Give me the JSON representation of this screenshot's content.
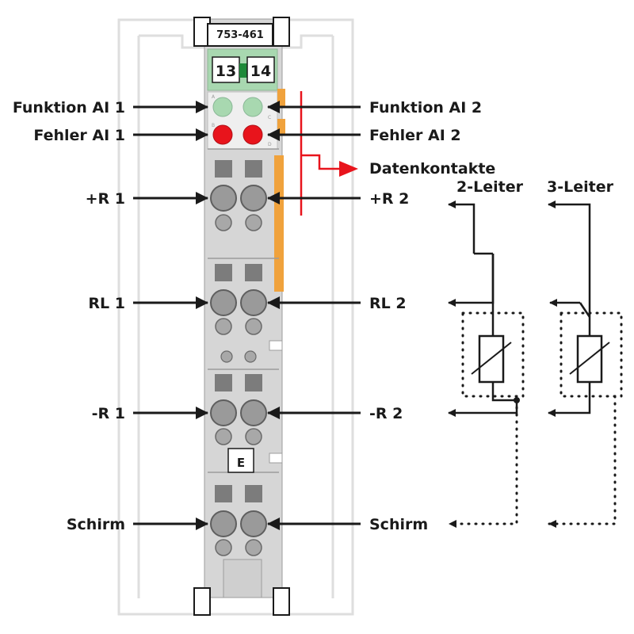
{
  "module": {
    "part_number": "753-461",
    "channel_numbers": [
      "13",
      "14"
    ],
    "marker_label": "E",
    "led_letters": [
      "A",
      "C",
      "B",
      "D"
    ]
  },
  "left_labels": {
    "funktion": "Funktion AI 1",
    "fehler": "Fehler AI 1",
    "plus_r": "+R 1",
    "rl": "RL 1",
    "minus_r": "-R 1",
    "schirm": "Schirm"
  },
  "right_labels": {
    "funktion": "Funktion AI 2",
    "fehler": "Fehler AI 2",
    "datenkontakte": "Datenkontakte",
    "plus_r": "+R 2",
    "rl": "RL 2",
    "minus_r": "-R 2",
    "schirm": "Schirm"
  },
  "wiring": {
    "two_wire": "2-Leiter",
    "three_wire": "3-Leiter"
  },
  "colors": {
    "led_function": "#a8d8b0",
    "led_error": "#e8141c",
    "data_contact_arrow": "#e8141c",
    "side_contacts": "#f0a23c",
    "module_body": "#d6d6d6",
    "label_strip": "#a8d8b0"
  }
}
